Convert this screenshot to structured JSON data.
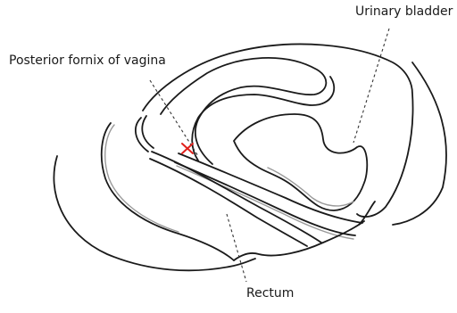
{
  "labels": {
    "bladder": "Urinary bladder",
    "fornix": "Posterior fornix of vagina",
    "rectum": "Rectum"
  },
  "colors": {
    "outline": "#1a1a1a",
    "shadow": "#9a9a9a",
    "leader": "#333333",
    "marker": "#e0201b"
  }
}
